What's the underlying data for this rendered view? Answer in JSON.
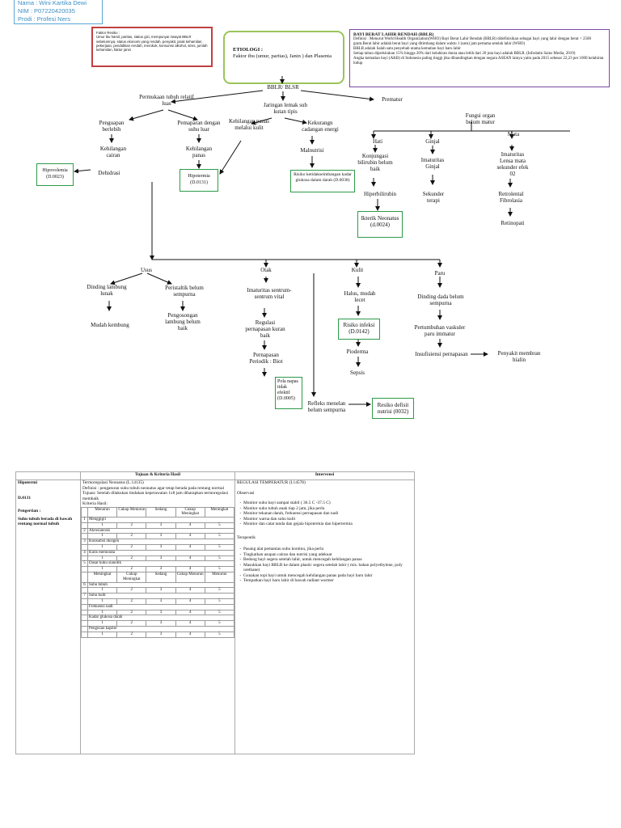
{
  "identity": {
    "nama": "Nama : Wini Kartika Dewi",
    "nim": "NIM : P07220420035",
    "prodi": "Prodi : Profesi Ners"
  },
  "faktor_resiko": {
    "title": "Faktor Resiko :",
    "text": "Umur ibu hamil, paritas, status gizi, mempunyai riwayat BBLR sebelumnya, status ekonomi yang rendah, penyakit, jarak kehamilan, pekerjaan, pendidikan rendah, merokok, konsumsi alkohol, stres, jumlah kehamilan, faktor janin"
  },
  "etiologi": {
    "title": "ETIOLOGI :",
    "text": "Faktor ibu (umur, paritas), Janin ) dan Plasenta"
  },
  "definisi": {
    "title": "BAYI BERAT LAHIR RENDAH (BBLR)",
    "p1": "Definisi : Menurut World Health Organization(WHO) Bayi Berat Lahir Rendah (BBLR) didefinisikan sebagai bayi yang lahir dengan berat < 2500 gram.Berat lahir adalah berat bayi yang ditimbang dalam waktu 1 (satu) jam pertama setelah lahir (WHO)",
    "p2": "BBLR adalah Salah satu penyebab utama kematian bayi baru lahir",
    "p3": "Setiap tahun diperkirakan 15% hingga 20% dari kelahiran dunia atau lebih dari 20 juta bayi adalah BBLR. (Infodatin Sains Media, 2019)",
    "p4": "Angka kematian bayi (AKB) di Indonesia paling tinggi jika dibandingkan dengan negara ASEAN lainya yaitu pada 2015 sebesar 22,23 per 1000 kelahiran hidup"
  },
  "map": {
    "bblr": "BBLR/ BLSR",
    "permukaan": "Permukaan tubuh relatif luas",
    "prematur": "Prematur",
    "jaringan": "Jaringan lemak sub kutan tipis",
    "penguapan": "Penguapan berlebih",
    "pemaparan": "Pemaparan dengan suhu luar",
    "kehilangan_panas_melalui": "Kehilangan panas melalui kulit",
    "kekurangan_energi": "Kekurangn cadangan energi",
    "fungsi_organ": "Fungsi organ belum matur",
    "hati": "Hati",
    "ginjal": "Ginjal",
    "mata": "Mata",
    "kehilangan_cairan": "Kehilangan cairan",
    "kehilangan_panas": "Kehilangan panas",
    "malnutrisi": "Malnutrisi",
    "konjungasi": "Konjungasi bilirubin belum baik",
    "imaturitas_ginjal": "Imaturitas Ginjal",
    "imaturitas_lensa": "Imaturitas Lensa mata sekunder efek 02",
    "hipovolemia": "Hipovolemia (D.0023)",
    "dehidrasi": "Dehidrasi",
    "hipotermia": "Hipotermia (D.0131)",
    "resiko_glukosa": "Risiko ketidakseimbangan kadar glukosa dalam darah (D.0038)",
    "hiperbilirubin": "Hiperbilirubin",
    "sekunder_terapi": "Sekunder terapi",
    "retrolental": "Retrolental Fibrolasia",
    "ikterik": "Ikterik Neonatus (d.0024)",
    "retinopati": "Retinopati",
    "usus": "Usus",
    "otak": "Otak",
    "kulit": "Kulit",
    "paru": "Paru",
    "dinding_lambung": "Dinding lambung lunak",
    "peristaltik": "Peristaltik belum sempurna",
    "imaturitas_otak": "Imaturitas sentrum-sentrum vital",
    "halus": "Halus, mudah lecet",
    "dinding_dada": "Dinding dada belum sempurna",
    "mudah_kembung": "Mudah kembung",
    "pengosongan": "Pengosongan lambung belum baik",
    "regulasi": "Regulasi pernapasan kuran baik",
    "resiko_infeksi": "Risiko infeksi (D.0142)",
    "pertumbuhan": "Pertumbuhan vaskuler paru immatur",
    "pioderma": "Pioderma",
    "pernapasan_biot": "Pernapasan Periodik : Biot",
    "insufisiensi": "Insufisiensi pernapasan",
    "penyakit_membran": "Penyakit membran hialin",
    "sepsis": "Sepsis",
    "pola_napas": "Pola napas tidak efektif (D.0005)",
    "refleks": "Refleks menelan belum sempurna",
    "resiko_defisit": "Resiko defisit nutrisi (0032)"
  },
  "table": {
    "header_tujuan": "Tujuan & Kriteria Hasil",
    "header_intervensi": "Intervensi",
    "dx_title": "Hipotermi",
    "dx_code": "D.0131",
    "pengertian": "Pengertian :",
    "pengertian_text": "Suhu tubuh berada di bawah rentang normal tubuh",
    "luaran_title": "Termoregulasi Neonatus (L.14135)",
    "luaran_def": "Definisi : pengaturan suhu tubuh neonatus agar tetap berada pada rentang normal",
    "tujuan": "Tujuan: Setelah dilakukan tindakan keperawatan 1x8 jam diharapkan termoregulasi membaik",
    "kriteria": "Kriteria Hasil:",
    "scale1": [
      "Menurun",
      "Cukup Menurun",
      "Sedang",
      "Cukup Meningkat",
      "Meningkat"
    ],
    "scale2": [
      "Meningkat",
      "Cukup Meningkat",
      "Sedang",
      "Cukup Menurun",
      "Menurun"
    ],
    "nums": [
      "1",
      "2",
      "3",
      "4",
      "5"
    ],
    "group_a": [
      {
        "no": "1",
        "label": "Menggigil"
      },
      {
        "no": "2",
        "label": "Akrosianosis"
      },
      {
        "no": "3",
        "label": "Konsumsi oksigen"
      },
      {
        "no": "4",
        "label": "Kutis memorata"
      },
      {
        "no": "5",
        "label": "Dasar kuku sianotik"
      }
    ],
    "group_b": [
      {
        "no": "6",
        "label": "Suhu tubuh"
      },
      {
        "no": "7",
        "label": "Suhu kulit"
      },
      {
        "no": "",
        "label": "Frekuensi nadi"
      },
      {
        "no": "",
        "label": "Kadar glukosa darah"
      },
      {
        "no": "",
        "label": "Pengisian kapiler"
      }
    ],
    "intervensi_title": "REGULASI TEMPERATUR (I.14578)",
    "observasi": "Observasi",
    "obs_items": [
      "Monitor suhu bayi sampai stabil ( 36.5 C -37.5 C)",
      "Monitor suhu tubuh anak tiap 2 jam, jika perlu",
      "Monitor tekanan darah, frekuensi pernapasan dan nadi",
      "Monitor warna dan suhu kulit",
      "Monitor dan catat tanda dan gejala hipotermia dan hipertermia"
    ],
    "terapeutik": "Terapeutik",
    "ter_items": [
      "Pasang alat pemantau suhu kontinu, jika perlu",
      "Tingkatkan asupan cairan dan nutrisi yang adekuat",
      "Bedong bayi segera setelah lahir, untuk mencegah kehilangan panas",
      "Masukkan bayi BBLR ke dalam plastic segera setelah lahir ( mis. bahan polyethylene, poly urethane)",
      "Gunakan topi bayi untuk mencegah kehilangan panas pada bayi baru lahir",
      "Tempatkan bayi baru lahir di bawah radiant warmer"
    ]
  }
}
